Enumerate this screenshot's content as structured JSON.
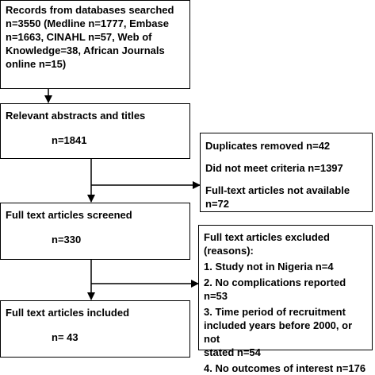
{
  "flow": {
    "records": [
      "Records from databases searched",
      "n=3550 (Medline n=1777, Embase",
      "n=1663, CINAHL n=57, Web of",
      "Knowledge=38, African Journals",
      "online n=15)"
    ],
    "relevant_title": "Relevant abstracts and titles",
    "relevant_n": "n=1841",
    "screened_title": "Full text articles screened",
    "screened_n": "n=330",
    "included_title": "Full text articles included",
    "included_n": "n= 43"
  },
  "exclusions_first": {
    "duplicates": "Duplicates removed n=42",
    "criteria": "Did not meet criteria n=1397",
    "not_available": "Full-text articles not available n=72"
  },
  "exclusions_second": {
    "title": "Full text articles excluded (reasons):",
    "reasons": [
      [
        "1.  Study not in Nigeria n=4"
      ],
      [
        "2.  No complications reported n=53"
      ],
      [
        "3.  Time period of recruitment",
        "included years before 2000, or not",
        "stated n=54"
      ],
      [
        "4.  No outcomes of interest n=176"
      ]
    ]
  }
}
